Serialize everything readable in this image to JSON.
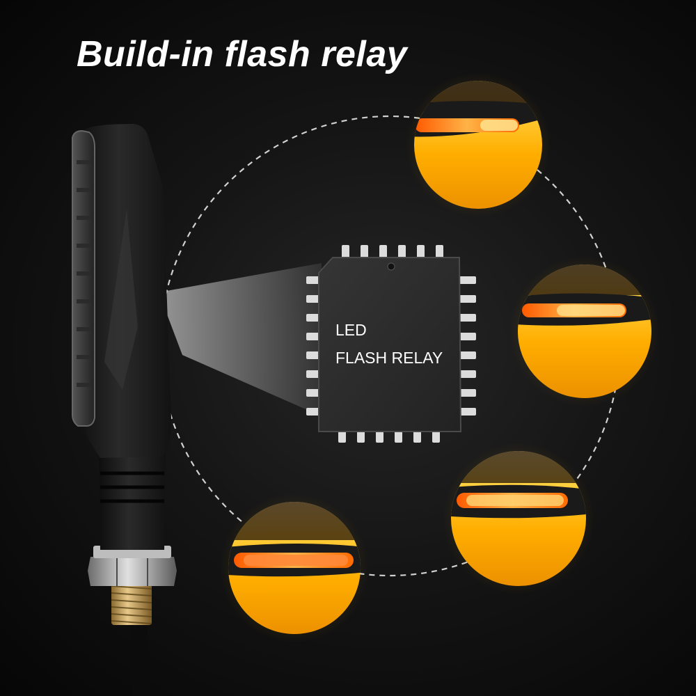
{
  "headline": "Build-in flash relay",
  "chip": {
    "line1": "LED",
    "line2": "FLASH RELAY",
    "body_color": "#2c2c2c",
    "pin_color": "#dcdcdc"
  },
  "colors": {
    "background": "#0b0b0b",
    "amber_glow": "#ffb000",
    "led_core": "#ff4a00",
    "indicator_body": "#1c1c1c"
  },
  "icons": {
    "indicator": "motorcycle-turn-signal-icon",
    "chip": "ic-chip-icon",
    "glow": "led-glow-icon"
  }
}
